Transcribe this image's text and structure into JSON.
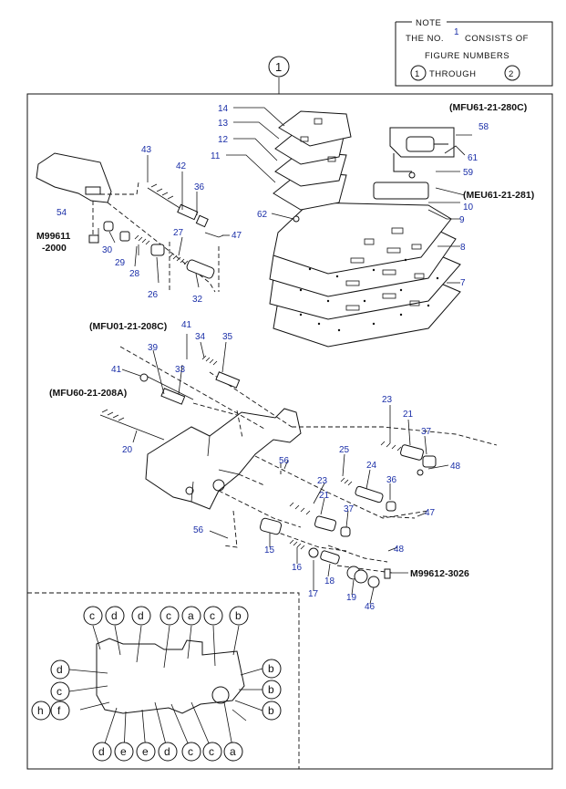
{
  "note": {
    "title": "NOTE",
    "line1_prefix": "THE NO.",
    "line1_sup": "1",
    "line1_suffix": "CONSISTS OF",
    "line2": "FIGURE NUMBERS",
    "through_from": "1",
    "through_word": "THROUGH",
    "through_to": "2"
  },
  "group_number": "1",
  "codes": {
    "mfu61": "(MFU61-21-280C)",
    "meu61": "(MEU61-21-281)",
    "mfu01": "(MFU01-21-208C)",
    "mfu60": "(MFU60-21-208A)",
    "m99611a": "M99611",
    "m99611b": "-2000",
    "m99612": "M99612-3026"
  },
  "callouts": {
    "c14": "14",
    "c13": "13",
    "c12": "12",
    "c11": "11",
    "c58": "58",
    "c61": "61",
    "c59": "59",
    "c10": "10",
    "c9": "9",
    "c8": "8",
    "c7": "7",
    "c62": "62",
    "c43": "43",
    "c42": "42",
    "c36a": "36",
    "c54": "54",
    "c47a": "47",
    "c27": "27",
    "c30": "30",
    "c29": "29",
    "c28": "28",
    "c26": "26",
    "c32": "32",
    "c41a": "41",
    "c34": "34",
    "c35": "35",
    "c39": "39",
    "c33": "33",
    "c41b": "41",
    "c23a": "23",
    "c21a": "21",
    "c37a": "37",
    "c20": "20",
    "c48a": "48",
    "c56a": "56",
    "c25": "25",
    "c24": "24",
    "c36b": "36",
    "c23b": "23",
    "c21b": "21",
    "c37b": "37",
    "c47b": "47",
    "c56b": "56",
    "c15": "15",
    "c16": "16",
    "c18": "18",
    "c48b": "48",
    "c17": "17",
    "c19": "19",
    "c46": "46"
  },
  "bolt_letters": {
    "top": [
      "c",
      "d",
      "d",
      "c",
      "a",
      "c",
      "b"
    ],
    "left": [
      "d",
      "c",
      "h",
      "f"
    ],
    "right": [
      "b",
      "b",
      "b"
    ],
    "bottom": [
      "d",
      "e",
      "e",
      "d",
      "c",
      "c",
      "a"
    ]
  }
}
